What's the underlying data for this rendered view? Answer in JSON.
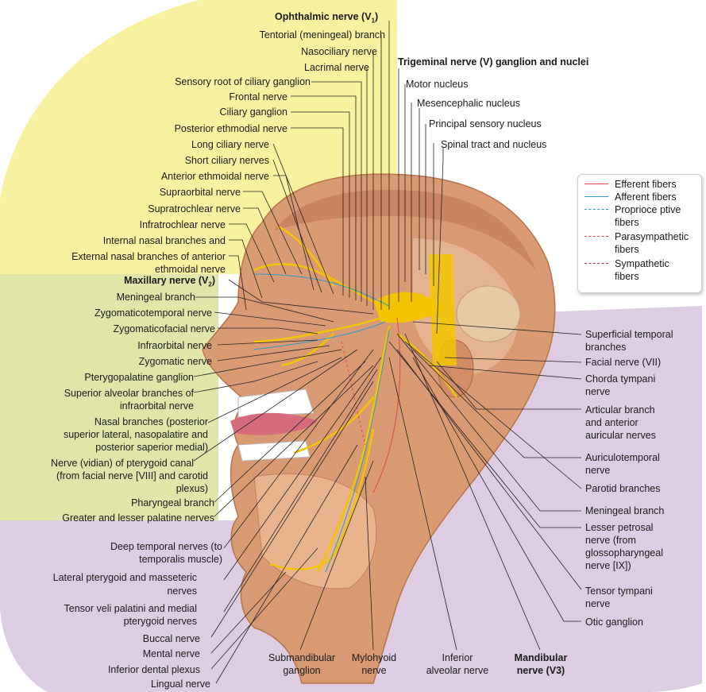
{
  "top": {
    "ophthalmic": "Ophthalmic nerve (V",
    "ophthalmic_sub": "1",
    "ophthalmic_end": ")",
    "trigeminal_title": "Trigeminal nerve (V) ganglion and nuclei"
  },
  "left_labels": [
    "Tentorial (meningeal) branch",
    "Nasociliary nerve",
    "Lacrimal nerve",
    "Sensory root of ciliary ganglion",
    "Frontal nerve",
    "Ciliary ganglion",
    "Posterior ethmodial nerve",
    "Long ciliary nerve",
    "Short ciliary nerves",
    "Anterior ethmoidal nerve",
    "Supraorbital nerve",
    "Supratrochlear nerve",
    "Infratrochlear nerve",
    "Internal nasal branches and",
    "External nasal branches of anterior",
    "ethmoidal nerve"
  ],
  "maxillary": {
    "label": "Maxillary nerve (V",
    "sub": "2",
    "end": ")"
  },
  "maxillary_labels": [
    "Meningeal branch",
    "Zygomaticotemporal nerve",
    "Zygomaticofacial nerve",
    "Infraorbital nerve",
    "Zygomatic nerve",
    "Pterygopalatine ganglion",
    "Superior alveolar branches of",
    "infraorbital nerve",
    "Nasal branches (posterior",
    "superior lateral, nasopalatire and",
    "posterior saperior medial)",
    "Nerve (vidian) of pterygoid canal",
    "(from facial nerve [VIII] and carotid",
    "plexus)",
    "Pharyngeal branch",
    "Greater and lesser palatine nerves"
  ],
  "mandibular_left_labels": [
    "Deep temporal nerves (to",
    "temporalis muscle)",
    "Lateral pterygoid and masseteric",
    "nerves",
    "Tensor veli palatini and medial",
    "pterygoid nerves",
    "Buccal nerve",
    "Mental nerve",
    "Inferior dental plexus",
    "Lingual nerve"
  ],
  "nuclei_labels": [
    "Motor nucleus",
    "Mesencephalic nucleus",
    "Principal sensory nucleus",
    "Spinal tract and nucleus"
  ],
  "right_labels": [
    "Superficial temporal",
    "branches",
    "Facial nerve (VII)",
    "Chorda tympani",
    "nerve",
    "Articular branch",
    "and anterior",
    "auricular nerves",
    "Auriculotemporal",
    "nerve",
    "Parotid branches",
    "Meningeal branch",
    "Lesser petrosal",
    "nerve (from",
    "glossopharyngeal",
    "nerve [IX])",
    "Tensor tympani",
    "nerve",
    "Otic ganglion"
  ],
  "bottom_labels": {
    "submandibular": [
      "Submandibular",
      "ganglion"
    ],
    "mylohyoid": [
      "Mylohyoid",
      "nerve"
    ],
    "inferior_alveolar": [
      "Inferior",
      "alveolar nerve"
    ],
    "mandibular": [
      "Mandibular",
      "nerve (V3)"
    ]
  },
  "legend": {
    "items": [
      {
        "label": "Efferent fibers",
        "color": "#e0454f",
        "style": "solid"
      },
      {
        "label": "Afferent fibers",
        "color": "#2e9bc4",
        "style": "solid"
      },
      {
        "label": "Proprioce ptive",
        "label2": "fibers",
        "color": "#2e9bc4",
        "style": "dashed"
      },
      {
        "label": "Parasympathetic",
        "label2": "fibers",
        "color": "#e0454f",
        "style": "dashed"
      },
      {
        "label": "Sympathetic",
        "label2": "fibers",
        "color": "#b8324a",
        "style": "dashed"
      }
    ]
  },
  "colors": {
    "ophthalmic_zone": "#f8f2a0",
    "maxillary_zone": "#dfe6a8",
    "mandibular_zone": "#dccde3",
    "skin": "#d89a72",
    "nerve": "#f2c500"
  }
}
